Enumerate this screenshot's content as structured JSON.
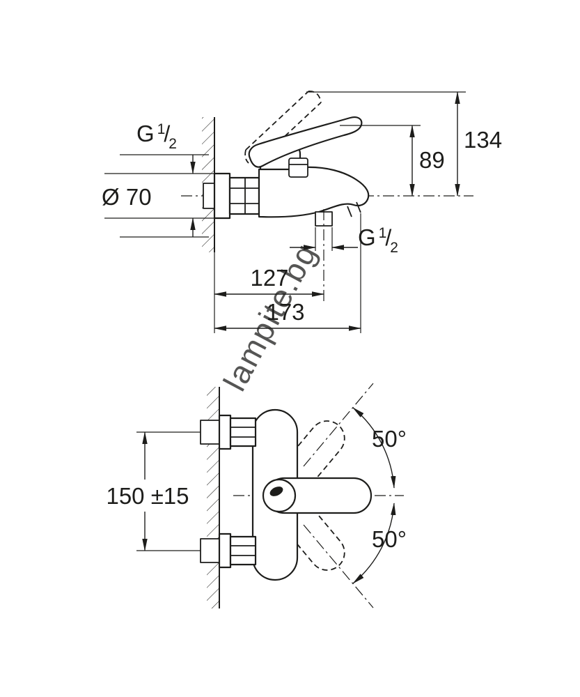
{
  "colors": {
    "line": "#1d1d1b",
    "watermark": "#c8c8c8"
  },
  "watermark": {
    "text": "lampite.bg"
  },
  "side_view": {
    "thread_top": {
      "g": "G",
      "num": "1",
      "slash": "/",
      "den": "2"
    },
    "diameter": "Ø 70",
    "dim_handle_height": "89",
    "dim_total_height": "134",
    "thread_bottom": {
      "g": "G",
      "num": "1",
      "slash": "/",
      "den": "2"
    },
    "dim_spout_axis": "127",
    "dim_projection": "173"
  },
  "front_view": {
    "dim_mounting": "150 ±15",
    "angle_up": "50°",
    "angle_down": "50°"
  }
}
